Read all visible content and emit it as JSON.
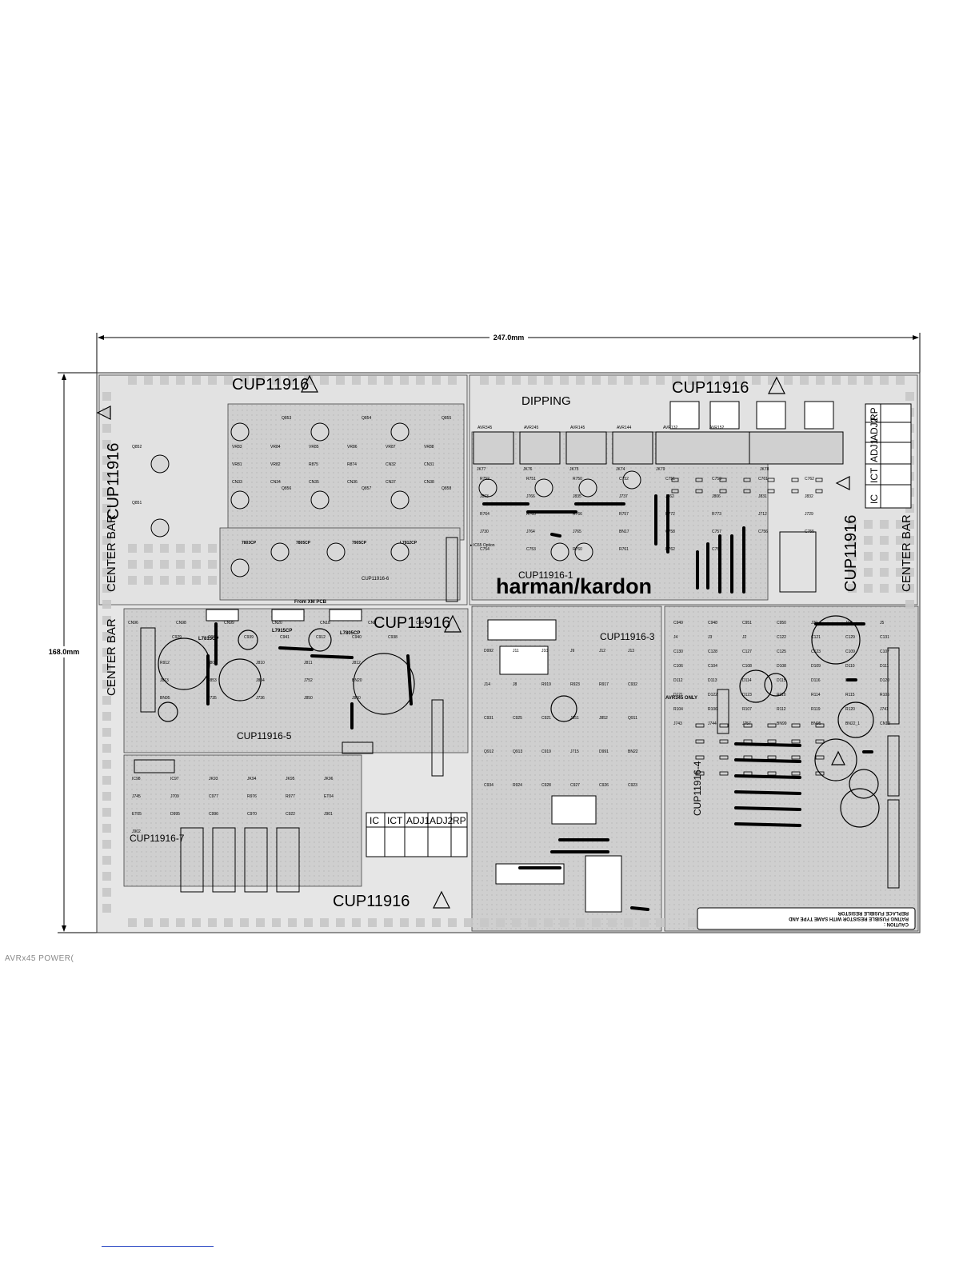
{
  "dimensions": {
    "width_label": "247.0mm",
    "height_label": "168.0mm"
  },
  "board_codes": {
    "top_left": "CUP11916",
    "top_right": "CUP11916",
    "left_vertical": "CUP11916",
    "right_vertical": "CUP11916",
    "mid": "CUP11916",
    "bottom": "CUP11916"
  },
  "center_bar_labels": {
    "upper_left": "CENTER BAR",
    "lower_left": "CENTER BAR",
    "right": "CENTER BAR"
  },
  "dipping_label": "DIPPING",
  "brand_logo": "harman/kardon",
  "sub_boards": {
    "b1": "CUP11916-1",
    "b3": "CUP11916-3",
    "b4": "CUP11916-4",
    "b5": "CUP11916-5",
    "b6": "CUP11916-6",
    "b7": "CUP11916-7"
  },
  "check_table_right": [
    "IC",
    "ICT",
    "ADJ1",
    "ADJ2",
    "RP"
  ],
  "check_table_bottom": [
    "IC",
    "ICT",
    "ADJ1",
    "ADJ2",
    "RP"
  ],
  "regulators": [
    "L7815CP",
    "L7915CP",
    "L7805CP",
    "7805CP",
    "7803CP",
    "7905CP",
    "L7812CP"
  ],
  "pcb_notes": {
    "from_xm": "From XM PCB",
    "avr345_only": "AVR345 ONLY",
    "ic65_option": "▸ IC65 Option"
  },
  "caution_text": [
    "CAUTION :",
    "RATING FUSIBLE RESISTOR WITH SAME TYPE AND",
    "REPLACE FUSIBLE RESISTOR"
  ],
  "component_refs": {
    "transistors_top": [
      "Q853",
      "Q854",
      "Q855",
      "Q856",
      "Q857",
      "Q858",
      "Q852",
      "Q851"
    ],
    "jacks": [
      "JK77",
      "JK76",
      "JK75",
      "JK74",
      "JK79",
      "JK78"
    ],
    "caps_center": [
      "C929",
      "C930",
      "C939",
      "C941",
      "C912",
      "C940",
      "C938"
    ],
    "connectors": [
      "CN96",
      "CN98",
      "CN99",
      "CN20",
      "CN18",
      "CN8",
      "CN9"
    ],
    "refs_left_upper": [
      "VR83",
      "VR84",
      "VR85",
      "VR86",
      "VR87",
      "VR88",
      "VR81",
      "VR82",
      "R875",
      "R874",
      "CN32",
      "CN31",
      "CN33",
      "CN34",
      "CN35",
      "CN36",
      "CN37",
      "CN38"
    ],
    "refs_center_mid": [
      "R912",
      "J809",
      "J810",
      "J811",
      "J812",
      "J813",
      "J853",
      "J854",
      "J752",
      "BN20",
      "BN95",
      "J735",
      "J736",
      "J850",
      "J860"
    ],
    "refs_left_lower": [
      "IC98",
      "IC97",
      "JK93",
      "JK94",
      "JK95",
      "JK96",
      "J745",
      "J709",
      "C977",
      "R976",
      "R977",
      "ET04",
      "ET05",
      "D995",
      "C996",
      "C970",
      "C922",
      "J901",
      "J902"
    ],
    "refs_mid_lower": [
      "D992",
      "J11",
      "J10",
      "J9",
      "J12",
      "J13",
      "J14",
      "J8",
      "R919",
      "R923",
      "R917",
      "C932",
      "C931",
      "C925",
      "C921",
      "J851",
      "J852",
      "Q911",
      "Q912",
      "Q913",
      "C919",
      "J715",
      "D991",
      "BN22",
      "C934",
      "R924",
      "C928",
      "C927",
      "C926",
      "C923"
    ],
    "refs_right_lower": [
      "C949",
      "C948",
      "C951",
      "C950",
      "J20",
      "J18",
      "J5",
      "J4",
      "J3",
      "J2",
      "C122",
      "C121",
      "C129",
      "C131",
      "C130",
      "C128",
      "C127",
      "C125",
      "C123",
      "C109",
      "C107",
      "C106",
      "C104",
      "C108",
      "D108",
      "D109",
      "D110",
      "D111",
      "D112",
      "D113",
      "D114",
      "D115",
      "D116",
      "D117",
      "D120",
      "D121",
      "D122",
      "D123",
      "R110",
      "R114",
      "R115",
      "R105",
      "R104",
      "R106",
      "R107",
      "R112",
      "R119",
      "R120",
      "J741",
      "J743",
      "J744",
      "J757",
      "BN99",
      "BN95",
      "BN22_1",
      "CN13"
    ],
    "refs_top_right": [
      "R752",
      "R751",
      "R750",
      "C752",
      "C751",
      "C750",
      "C761",
      "C762",
      "J803",
      "J766",
      "J835",
      "J737",
      "J762",
      "J806",
      "J831",
      "J832",
      "R764",
      "R765",
      "R766",
      "R757",
      "R772",
      "R773",
      "J712",
      "J729",
      "J730",
      "J764",
      "J765",
      "BN17",
      "C758",
      "C757",
      "C756",
      "C755",
      "C754",
      "C753",
      "R760",
      "R761",
      "R762",
      "C759"
    ]
  },
  "avr_labels": [
    "AVR345",
    "AVR245",
    "AVR145",
    "AVR144",
    "AVR132",
    "AVR152"
  ],
  "footer_text": "AVRx45 POWER("
}
